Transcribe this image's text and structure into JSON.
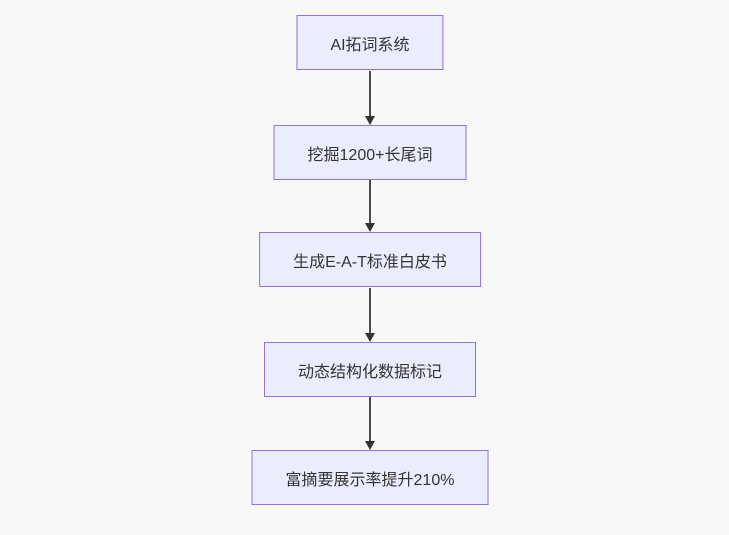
{
  "diagram": {
    "type": "flowchart",
    "direction": "top-down",
    "nodes": [
      {
        "label": "AI拓词系统"
      },
      {
        "label": "挖掘1200+长尾词"
      },
      {
        "label": "生成E-A-T标准白皮书"
      },
      {
        "label": "动态结构化数据标记"
      },
      {
        "label": "富摘要展示率提升210%"
      }
    ],
    "edges": [
      {
        "from": 0,
        "to": 1,
        "arrow": "down"
      },
      {
        "from": 1,
        "to": 2,
        "arrow": "down"
      },
      {
        "from": 2,
        "to": 3,
        "arrow": "down"
      },
      {
        "from": 3,
        "to": 4,
        "arrow": "down"
      }
    ],
    "colors": {
      "background": "#F8F8F8",
      "node_fill": "#ECECFF",
      "node_border": "#9370DB",
      "edge_line": "#4A4A4A",
      "arrowhead": "#333333",
      "text": "#333333"
    }
  }
}
